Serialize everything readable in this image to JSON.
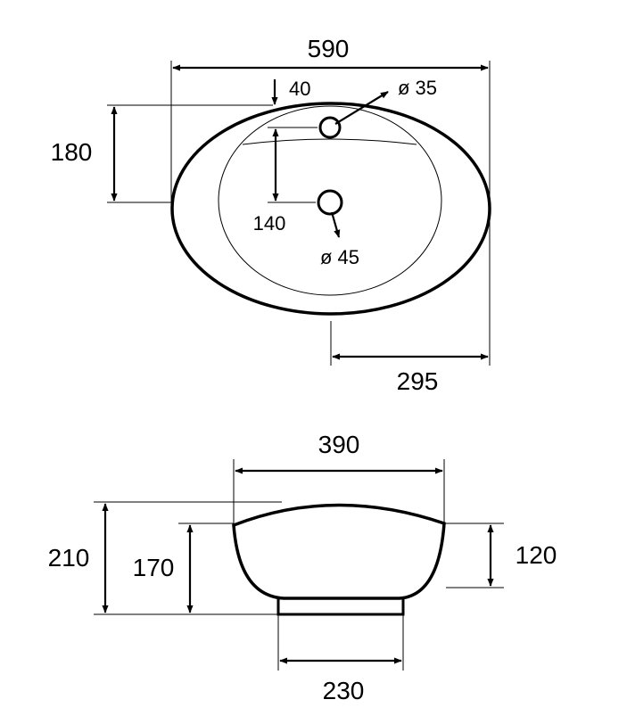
{
  "top_view": {
    "overall_width": "590",
    "depth_to_edge": "180",
    "rim_offset": "40",
    "tap_hole_diameter": "ø 35",
    "tap_to_drain": "140",
    "drain_diameter": "ø 45",
    "drain_to_edge": "295"
  },
  "side_view": {
    "top_width": "390",
    "total_height": "210",
    "back_height": "170",
    "front_height": "120",
    "base_width": "230"
  }
}
